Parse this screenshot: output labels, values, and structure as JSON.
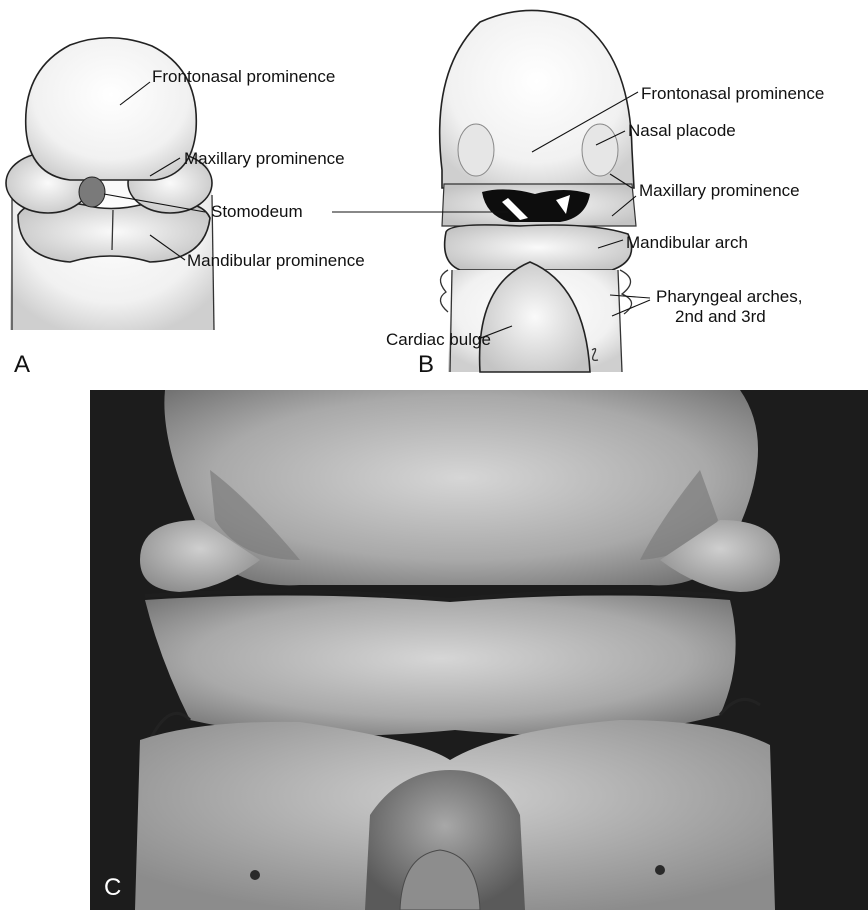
{
  "panels": {
    "a": {
      "letter": "A",
      "labels": {
        "frontonasal": "Frontonasal prominence",
        "maxillary": "Maxillary prominence",
        "stomodeum": "Stomodeum",
        "mandibular": "Mandibular prominence"
      }
    },
    "b": {
      "letter": "B",
      "labels": {
        "frontonasal": "Frontonasal prominence",
        "nasal_placode": "Nasal placode",
        "maxillary": "Maxillary prominence",
        "mandibular_arch": "Mandibular arch",
        "pharyngeal_line1": "Pharyngeal arches,",
        "pharyngeal_line2": "2nd and 3rd",
        "cardiac_bulge": "Cardiac bulge"
      }
    },
    "c": {
      "letter": "C"
    }
  }
}
